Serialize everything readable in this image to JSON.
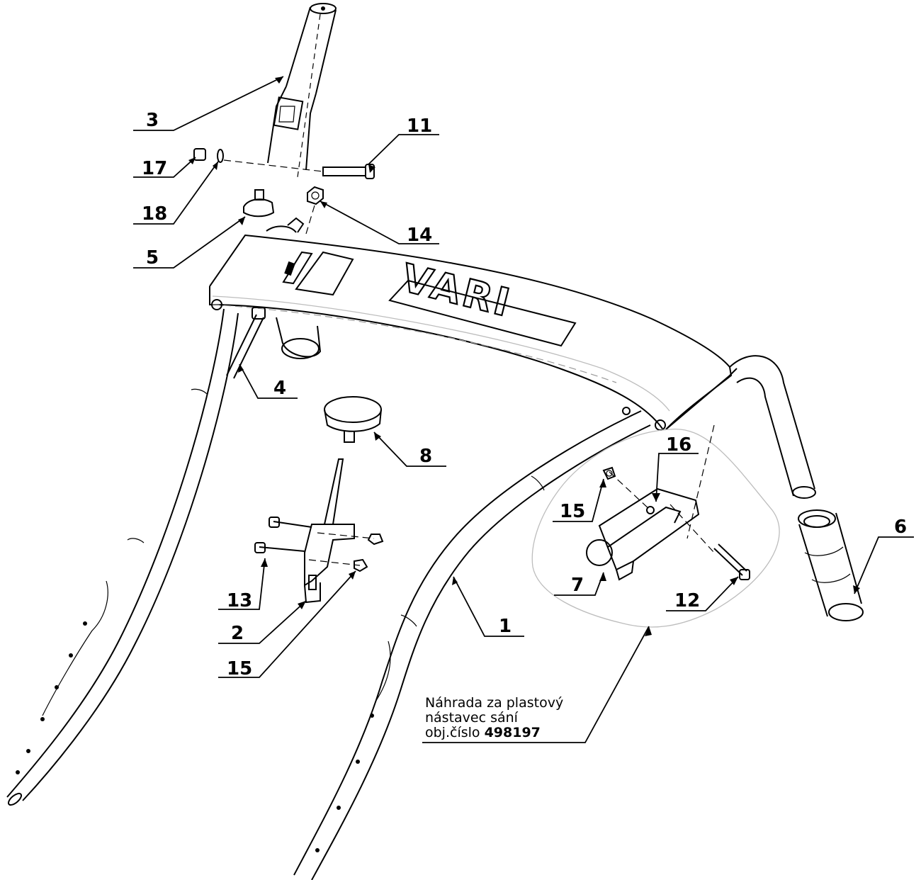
{
  "diagram": {
    "logo": "VARI",
    "note": {
      "line1": "Náhrada za plastový",
      "line2": "nástavec sání",
      "line3_prefix": "obj.číslo",
      "line3_number": "498197"
    },
    "labels": {
      "p1": "1",
      "p2": "2",
      "p3": "3",
      "p4": "4",
      "p5": "5",
      "p6": "6",
      "p7": "7",
      "p8": "8",
      "p11": "11",
      "p12": "12",
      "p13": "13",
      "p14": "14",
      "p15a": "15",
      "p15b": "15",
      "p16": "16",
      "p17": "17",
      "p18": "18"
    }
  }
}
